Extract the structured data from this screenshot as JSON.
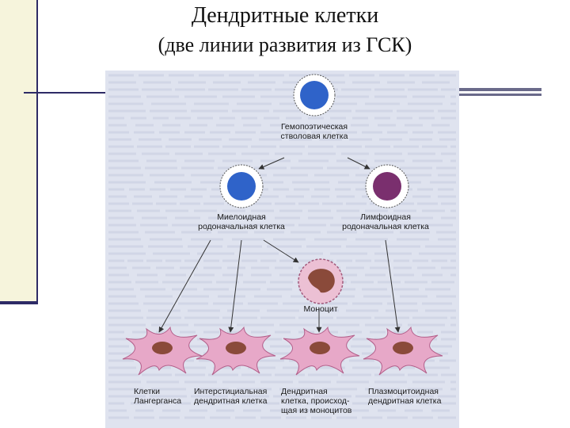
{
  "slide": {
    "title": "Дендритные клетки",
    "subtitle": "(две линии развития из ГСК)"
  },
  "figure": {
    "labels": {
      "hsc": [
        "Гемопоэтическая",
        "стволовая клетка"
      ],
      "myeloid": [
        "Миелоидная",
        "родоначальная клетка"
      ],
      "lymphoid": [
        "Лимфоидная",
        "родоначальная клетка"
      ],
      "monocyte": [
        "Моноцит"
      ],
      "langerhans": [
        "Клетки",
        "Лангерганса"
      ],
      "interstitial": [
        "Интерстициальная",
        "дендритная клетка"
      ],
      "mono_dc": [
        "Дендритная",
        "клетка, происход-",
        "щая из моноцитов"
      ],
      "plasmacytoid": [
        "Плазмоцитоидная",
        "дендритная клетка"
      ]
    },
    "colors": {
      "page_bg": "#dfe3ef",
      "blue_nucleus": "#2f63c9",
      "purple_nucleus": "#7a2f6e",
      "dc_body": "#e7a8c8",
      "dc_nucleus": "#8a4a3a",
      "monocyte_body": "#ecc0d4"
    }
  }
}
